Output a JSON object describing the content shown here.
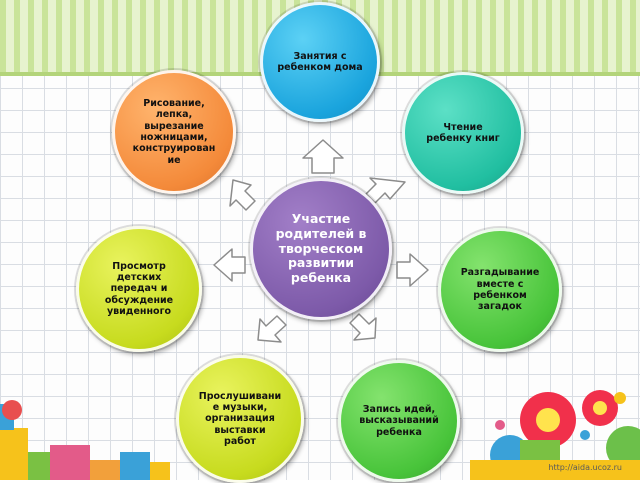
{
  "center": {
    "text": "Участие\nродителей в\nтворческом\nразвитии\nребенка",
    "color": "#7d5aa9"
  },
  "nodes": [
    {
      "id": "top",
      "text": "Занятия с\nребенком дома",
      "color": "#1aa4dd"
    },
    {
      "id": "top-right",
      "text": "Чтение\nребенку книг",
      "color": "#21bfa1"
    },
    {
      "id": "right",
      "text": "Разгадывание\nвместе с\nребенком\nзагадок",
      "color": "#48c43a"
    },
    {
      "id": "bottom-right",
      "text": "Запись идей,\nвысказываний\nребенка",
      "color": "#48c43a"
    },
    {
      "id": "bottom-left",
      "text": "Прослушивани\nе музыки,\nорганизация\nвыставки\nработ",
      "color": "#c7db1e"
    },
    {
      "id": "left",
      "text": "Просмотр\nдетских\nпередач и\nобсуждение\nувиденного",
      "color": "#c7db1e"
    },
    {
      "id": "top-left",
      "text": "Рисование,\nлепка,\nвырезание\nножницами,\nконструирован\nие",
      "color": "#f48a3a"
    }
  ],
  "arrow_color": "#ffffff",
  "watermark": "http://aida.ucoz.ru"
}
